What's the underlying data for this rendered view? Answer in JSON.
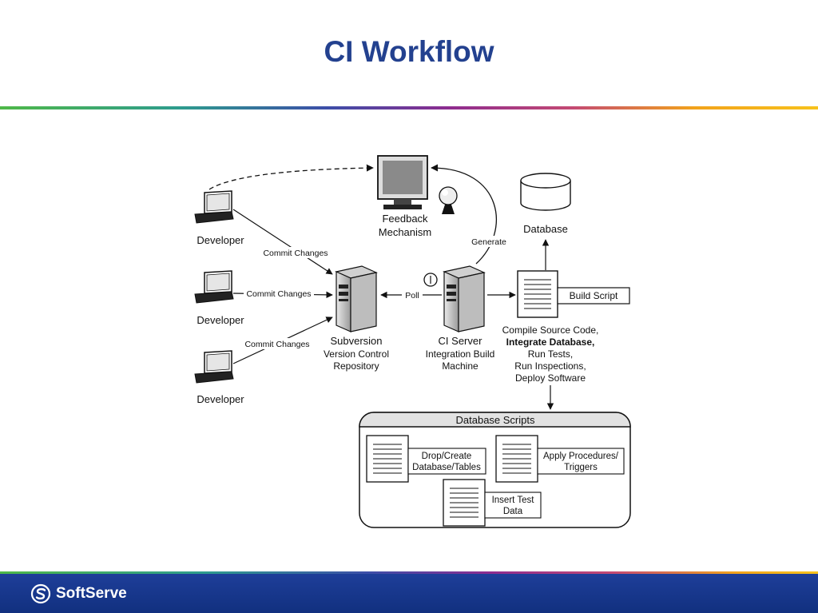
{
  "slide": {
    "title": "CI Workflow"
  },
  "diagram": {
    "developers": [
      {
        "label": "Developer"
      },
      {
        "label": "Developer"
      },
      {
        "label": "Developer"
      }
    ],
    "edges": {
      "commit_1": "Commit Changes",
      "commit_2": "Commit Changes",
      "commit_3": "Commit Changes",
      "poll": "Poll",
      "generate": "Generate"
    },
    "feedback": {
      "line1": "Feedback",
      "line2": "Mechanism"
    },
    "subversion": {
      "line1": "Subversion",
      "line2": "Version Control",
      "line3": "Repository"
    },
    "ci_server": {
      "line1": "CI Server",
      "line2": "Integration Build",
      "line3": "Machine"
    },
    "database": {
      "label": "Database"
    },
    "build_script": {
      "label": "Build Script"
    },
    "build_steps": {
      "line1": "Compile Source Code,",
      "line2": "Integrate Database,",
      "line3": "Run Tests,",
      "line4": "Run Inspections,",
      "line5": "Deploy Software"
    },
    "db_scripts": {
      "title": "Database Scripts",
      "drop_create": {
        "line1": "Drop/Create",
        "line2": "Database/Tables"
      },
      "apply_procs": {
        "line1": "Apply Procedures/",
        "line2": "Triggers"
      },
      "insert_test": {
        "line1": "Insert Test",
        "line2": "Data"
      }
    }
  },
  "footer": {
    "brand": "SoftServe",
    "logo_icon": "softserve-logo-icon"
  }
}
